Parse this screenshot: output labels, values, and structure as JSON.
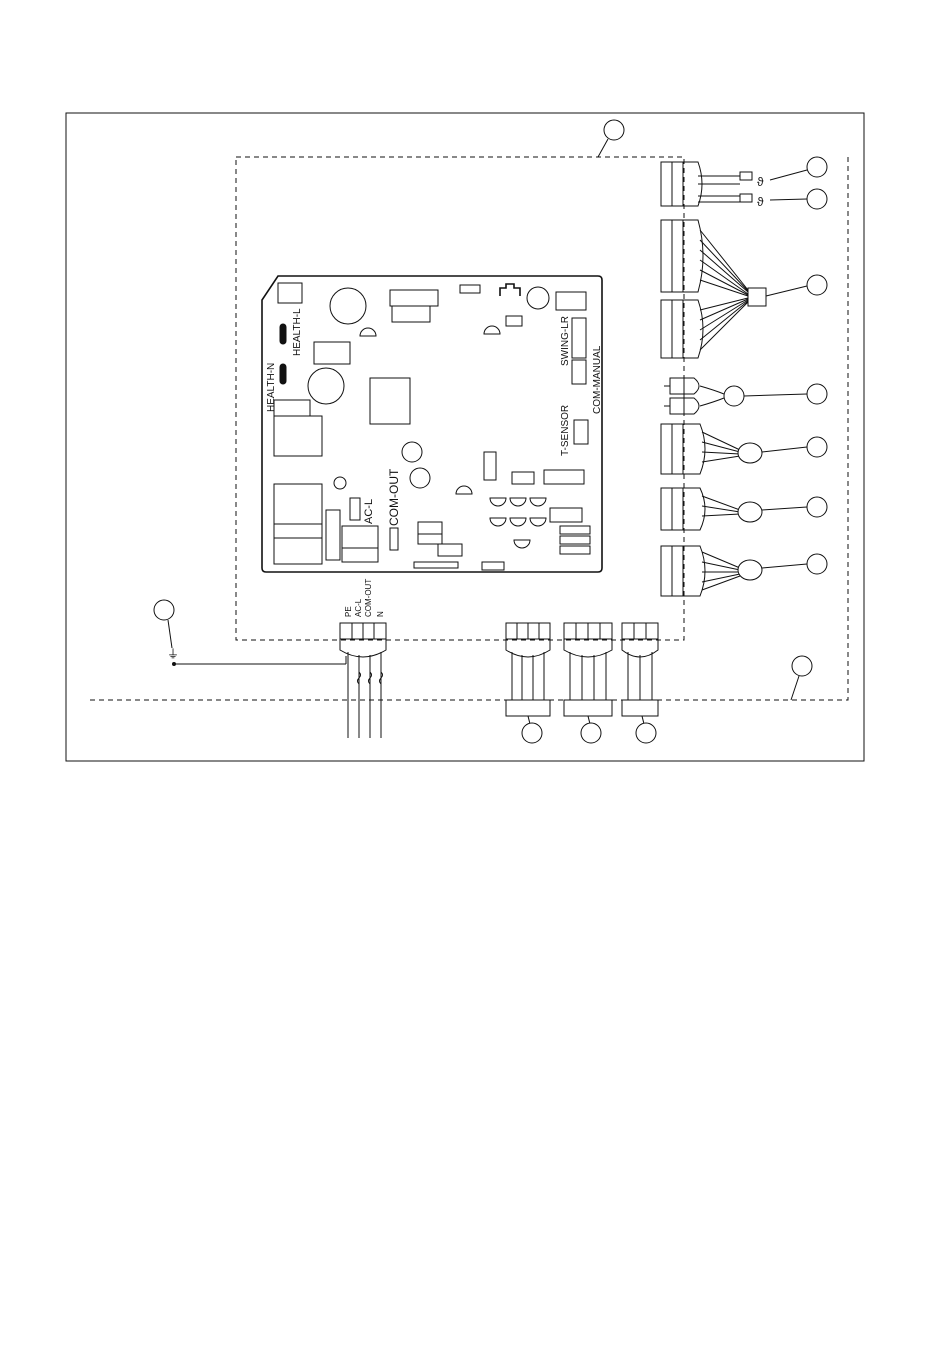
{
  "board_labels": {
    "health_l": "HEALTH-L",
    "health_n": "HEALTH-N",
    "swing_lr": "SWING-LR",
    "com_manual": "COM-MANUAL",
    "t_sensor": "T-SENSOR",
    "com_out": "COM-OUT",
    "ac_l": "AC-L"
  },
  "power_connector_pins": [
    "PE",
    "AC-L",
    "COM-OUT",
    "N"
  ],
  "symbols": {
    "theta": "ϑ",
    "ground": "⏚"
  },
  "callout_count": 15
}
